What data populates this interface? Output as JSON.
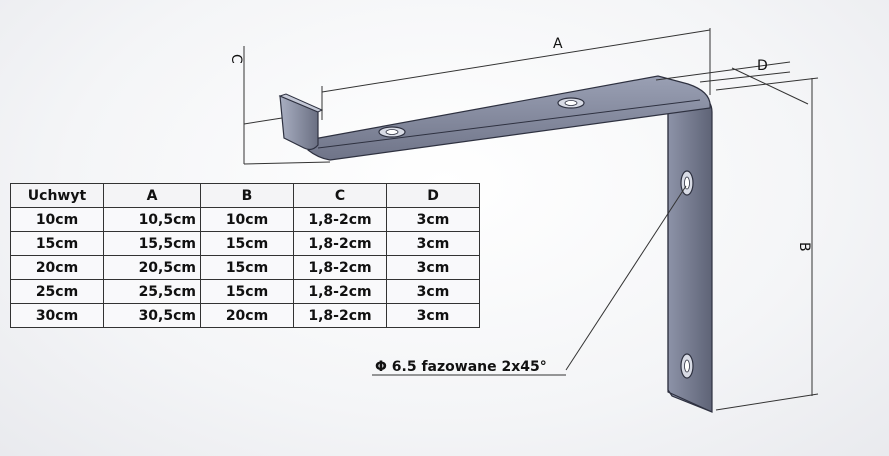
{
  "dimensions": {
    "a": "A",
    "b": "B",
    "c": "C",
    "d": "D"
  },
  "hole_note": "Φ 6.5 fazowane 2x45°",
  "table": {
    "headers": [
      "Uchwyt",
      "A",
      "B",
      "C",
      "D"
    ],
    "rows": [
      [
        "10cm",
        "10,5cm",
        "10cm",
        "1,8-2cm",
        "3cm"
      ],
      [
        "15cm",
        "15,5cm",
        "15cm",
        "1,8-2cm",
        "3cm"
      ],
      [
        "20cm",
        "20,5cm",
        "15cm",
        "1,8-2cm",
        "3cm"
      ],
      [
        "25cm",
        "25,5cm",
        "15cm",
        "1,8-2cm",
        "3cm"
      ],
      [
        "30cm",
        "30,5cm",
        "20cm",
        "1,8-2cm",
        "3cm"
      ]
    ]
  }
}
